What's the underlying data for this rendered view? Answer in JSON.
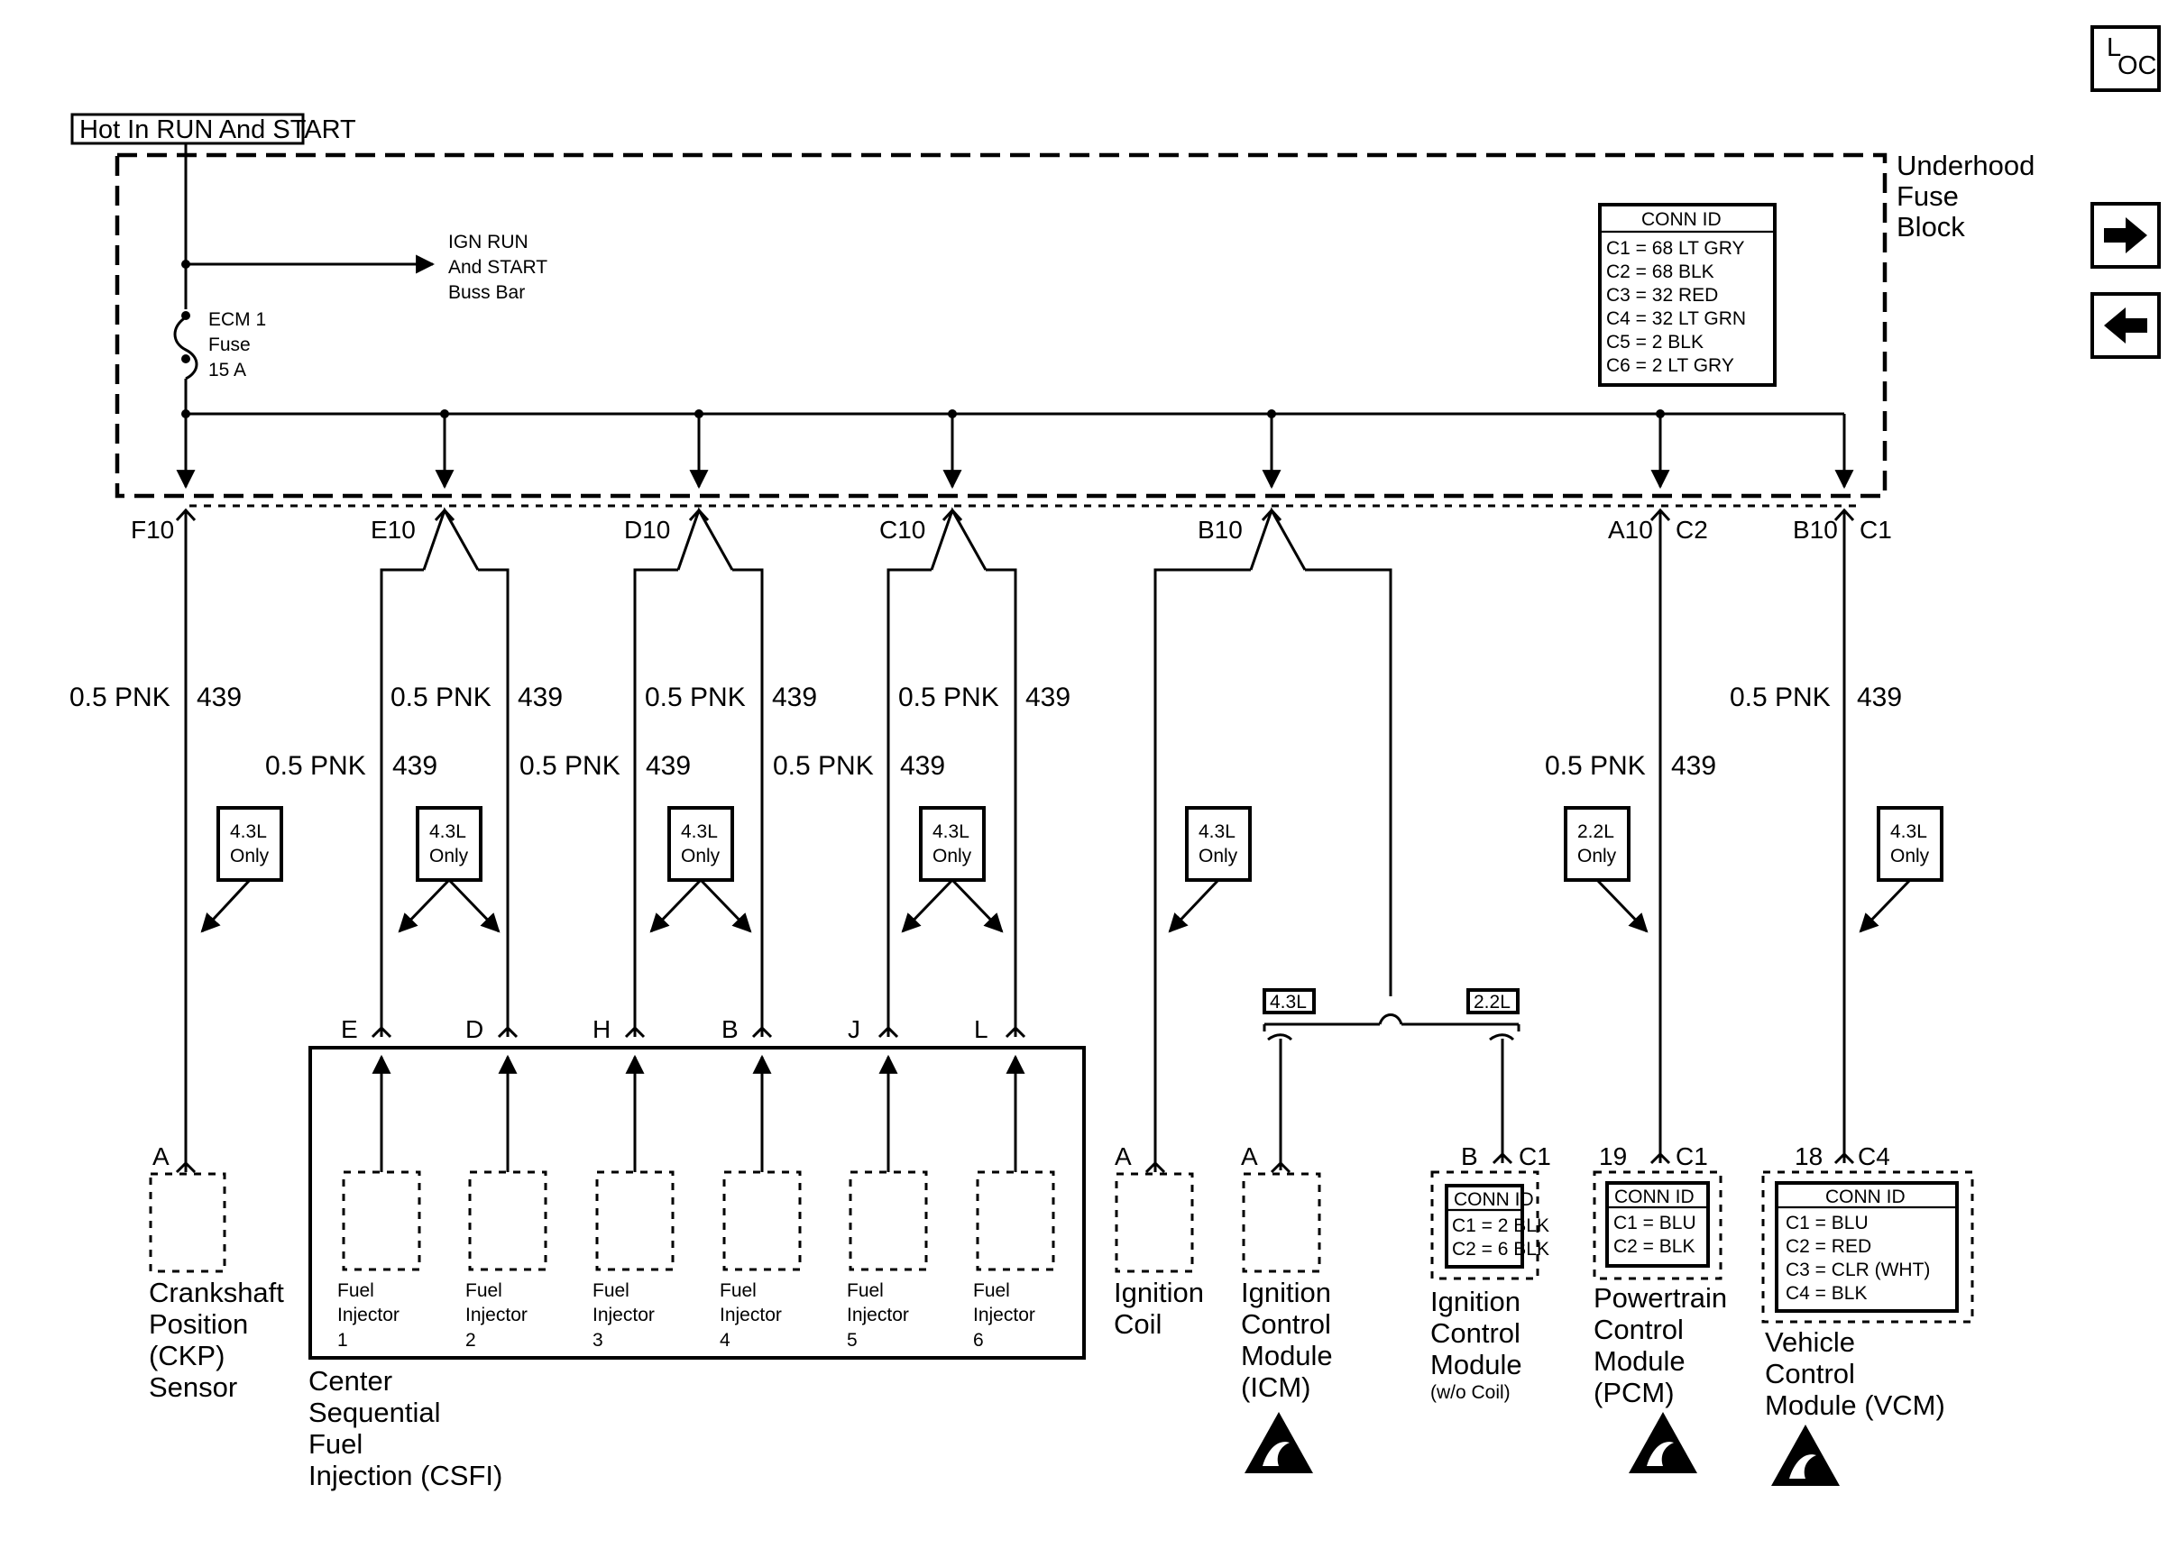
{
  "header": {
    "power_label": "Hot In RUN And START",
    "fuse_block": [
      "Underhood",
      "Fuse",
      "Block"
    ],
    "buss_bar": [
      "IGN RUN",
      "And START",
      "Buss Bar"
    ],
    "fuse": [
      "ECM 1",
      "Fuse",
      "15 A"
    ],
    "loc_icon": "L",
    "loc_icon_sub": "OC"
  },
  "conn_id": {
    "title": "CONN ID",
    "rows": [
      "C1 = 68 LT GRY",
      "C2 = 68 BLK",
      "C3 = 32 RED",
      "C4 = 32 LT GRN",
      "C5 = 2 BLK",
      "C6 = 2 LT GRY"
    ]
  },
  "nav": {
    "next_icon": "right-arrow-icon",
    "prev_icon": "left-arrow-icon"
  },
  "terminals": {
    "f10": "F10",
    "e10": "E10",
    "d10": "D10",
    "c10": "C10",
    "b10": "B10",
    "a10": "A10",
    "c2": "C2",
    "b10b": "B10",
    "c1": "C1"
  },
  "wire": {
    "size_color": "0.5 PNK",
    "circuit": "439"
  },
  "engine_tags": {
    "v43": [
      "4.3L",
      "Only"
    ],
    "l22": [
      "2.2L",
      "Only"
    ],
    "v43_short": "4.3L",
    "l22_short": "2.2L"
  },
  "csfi": {
    "pins": [
      "E",
      "D",
      "H",
      "B",
      "J",
      "L"
    ],
    "injectors": [
      [
        "Fuel",
        "Injector",
        "1"
      ],
      [
        "Fuel",
        "Injector",
        "2"
      ],
      [
        "Fuel",
        "Injector",
        "3"
      ],
      [
        "Fuel",
        "Injector",
        "4"
      ],
      [
        "Fuel",
        "Injector",
        "5"
      ],
      [
        "Fuel",
        "Injector",
        "6"
      ]
    ],
    "name": [
      "Center",
      "Sequential",
      "Fuel",
      "Injection (CSFI)"
    ]
  },
  "components": {
    "ckp": {
      "pin": "A",
      "name": [
        "Crankshaft",
        "Position",
        "(CKP)",
        "Sensor"
      ]
    },
    "coil": {
      "pin": "A",
      "name": [
        "Ignition",
        "Coil"
      ]
    },
    "icm": {
      "pin": "A",
      "name": [
        "Ignition",
        "Control",
        "Module",
        "(ICM)"
      ]
    },
    "icm_nocoil": {
      "pin": "B",
      "conn": "C1",
      "conn_title": "CONN ID",
      "conn_rows": [
        "C1 = 2 BLK",
        "C2 = 6 BLK"
      ],
      "name": [
        "Ignition",
        "Control",
        "Module"
      ],
      "note": "(w/o Coil)"
    },
    "pcm": {
      "pin": "19",
      "conn": "C1",
      "conn_title": "CONN ID",
      "conn_rows": [
        "C1 = BLU",
        "C2 = BLK"
      ],
      "name": [
        "Powertrain",
        "Control",
        "Module",
        "(PCM)"
      ]
    },
    "vcm": {
      "pin": "18",
      "conn": "C4",
      "conn_title": "CONN ID",
      "conn_rows": [
        "C1 = BLU",
        "C2 = RED",
        "C3 = CLR (WHT)",
        "C4 = BLK"
      ],
      "name": [
        "Vehicle",
        "Control",
        "Module (VCM)"
      ]
    }
  },
  "esd_icon": "esd-warning-icon"
}
